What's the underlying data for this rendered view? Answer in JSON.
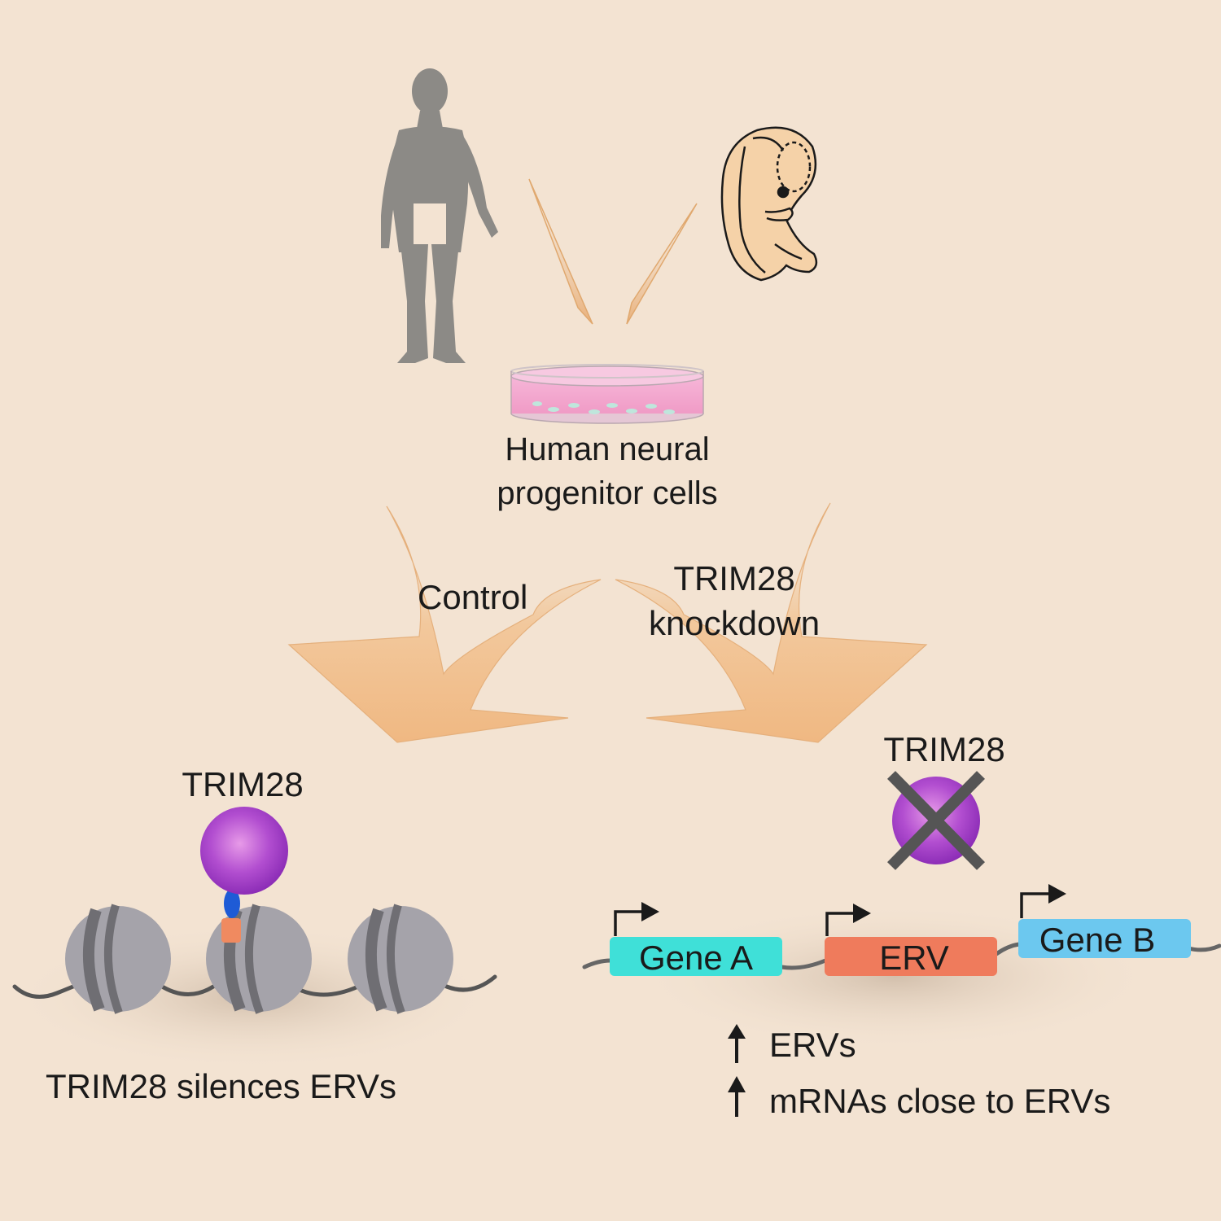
{
  "source": {
    "title_line1": "Human neural",
    "title_line2": "progenitor cells"
  },
  "branches": {
    "control_label": "Control",
    "knockdown_line1": "TRIM28",
    "knockdown_line2": "knockdown"
  },
  "control_panel": {
    "protein_label": "TRIM28",
    "caption": "TRIM28 silences ERVs"
  },
  "knockdown_panel": {
    "protein_label": "TRIM28",
    "genes": [
      "Gene A",
      "ERV",
      "Gene B"
    ],
    "results": [
      "ERVs",
      "mRNAs close to ERVs"
    ]
  },
  "colors": {
    "background": "#f3e3d2",
    "silhouette": "#8c8a86",
    "arrow_fill": "#f2c08e",
    "trim28_purple": "#a43fc8",
    "gene_a": "#3fe0d8",
    "erv": "#ef7b5c",
    "gene_b": "#6cc8ef",
    "nucleosome": "#a5a3aa",
    "nucleosome_band": "#6f6e73",
    "dish_pink": "#f3a9cf"
  },
  "icons": [
    "human-figure-icon",
    "embryo-icon",
    "petri-dish-icon",
    "nucleosome-icon",
    "transcription-start-arrow-icon",
    "up-arrow-icon",
    "cross-out-icon"
  ]
}
